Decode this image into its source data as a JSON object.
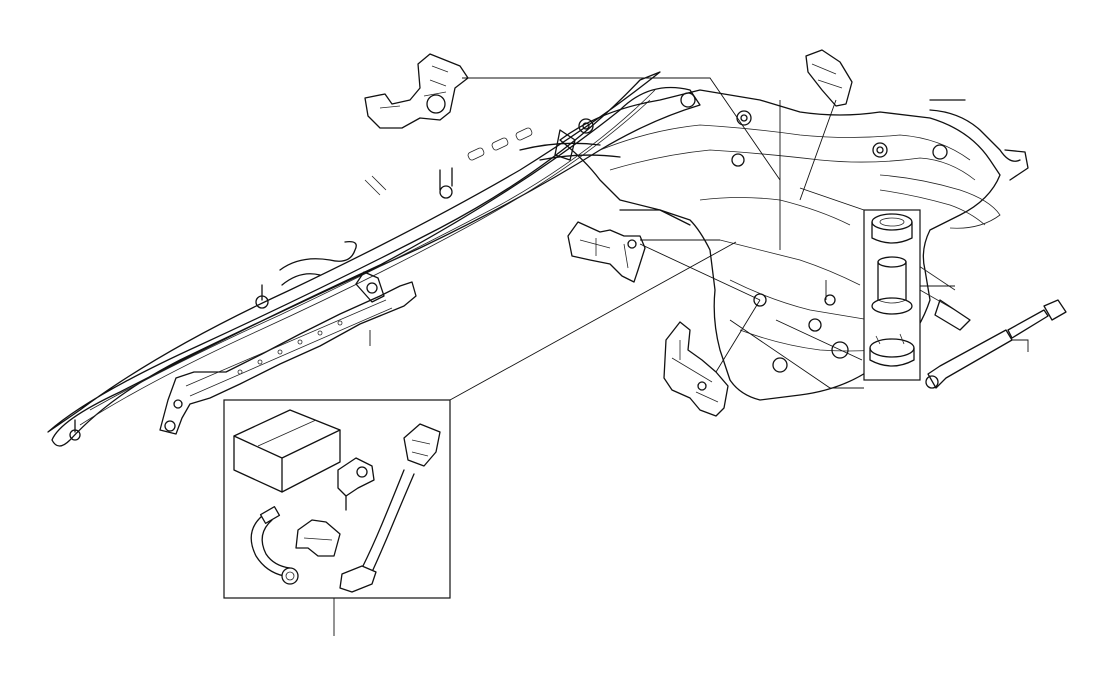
{
  "diagram": {
    "type": "exploded-parts-illustration",
    "text_labels": [],
    "callouts": [
      {
        "part": "top-bracket"
      },
      {
        "part": "right-pad"
      },
      {
        "part": "hinge-bracket"
      },
      {
        "part": "lower-right-bracket"
      },
      {
        "part": "gas-strut"
      },
      {
        "part": "bushing-stack"
      },
      {
        "part": "lower-arm"
      },
      {
        "part": "repair-kit"
      }
    ],
    "kit_contents": [
      "box",
      "connector",
      "clamp",
      "hose",
      "bent-pipe",
      "mount-clip"
    ],
    "bushing_stack_items": [
      "ring",
      "sleeve",
      "collar"
    ]
  }
}
